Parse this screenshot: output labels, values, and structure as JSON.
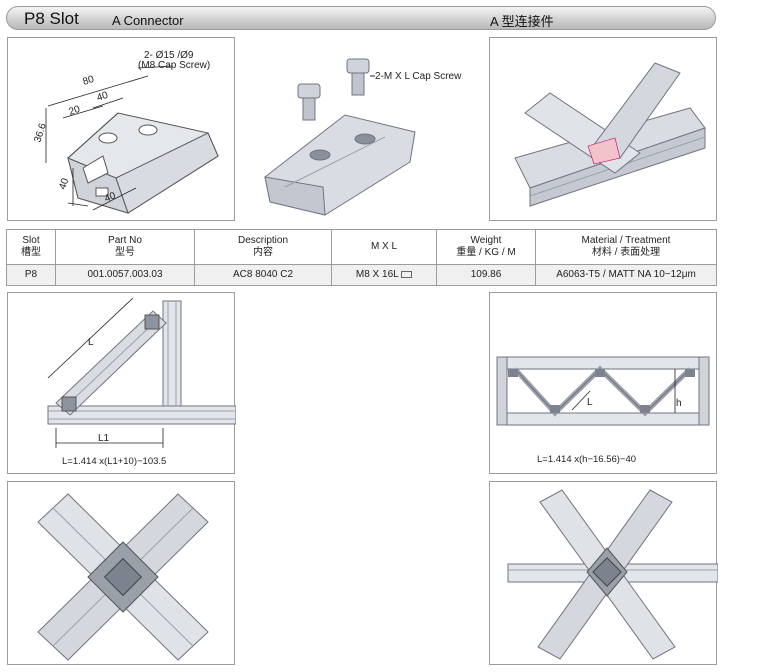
{
  "header": {
    "slot": "P8  Slot",
    "name": "A Connector",
    "name_cn": "A 型连接件"
  },
  "figure1": {
    "hole_note": "2- Ø15 /Ø9",
    "screw_note": "(M8 Cap Screw)",
    "dims": [
      "80",
      "20",
      "40",
      "36.6",
      "40",
      "40"
    ]
  },
  "figure2": {
    "screw_label": "2-M X L Cap Screw"
  },
  "table": {
    "headers": [
      [
        "Slot",
        "槽型"
      ],
      [
        "Part No",
        "型号"
      ],
      [
        "Description",
        "内容"
      ],
      [
        "M X L",
        ""
      ],
      [
        "Weight",
        "重量 / KG / M"
      ],
      [
        "Material / Treatment",
        "材料 / 表面处理"
      ]
    ],
    "row": [
      "P8",
      "001.0057.003.03",
      "AC8 8040 C2",
      "M8 X 16L",
      "109.86",
      "A6063-T5 / MATT NA 10~12μm"
    ]
  },
  "diagram_left": {
    "label_L": "L",
    "label_L1": "L1",
    "formula": "L=1.414 x(L1+10)−103.5"
  },
  "diagram_right": {
    "label_L": "L",
    "label_h": "h",
    "formula": "L=1.414 x(h−16.56)−40"
  },
  "colors": {
    "profile_fill": "#d9dde3",
    "profile_stroke": "#6f7480",
    "border": "#9c9c9c",
    "header_gradient_dark": "#b9b9b9"
  }
}
